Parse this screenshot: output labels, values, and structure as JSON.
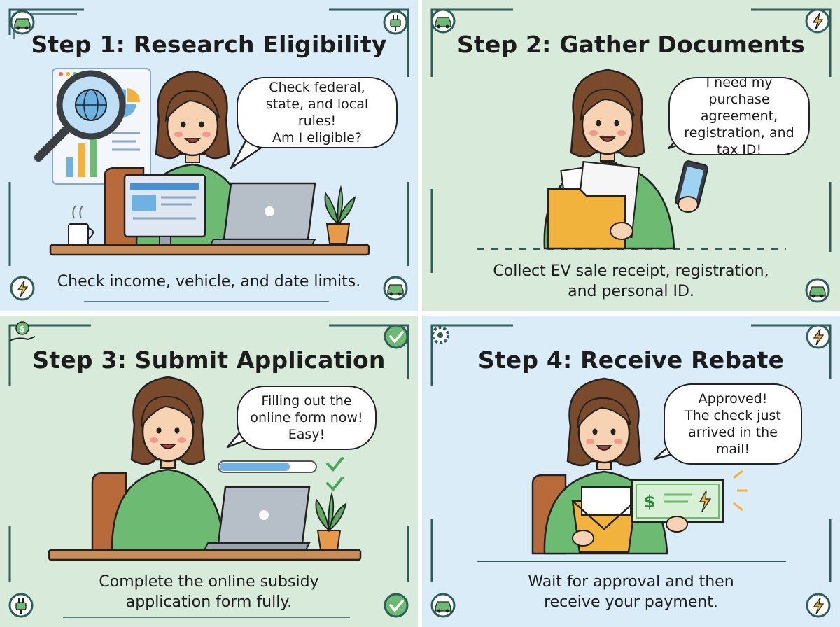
{
  "panels": [
    {
      "title": "Step 1: Research Eligibility",
      "speech": [
        "Check federal,",
        "state, and local rules!",
        "Am I eligible?"
      ],
      "caption": [
        "Check income, vehicle, and date limits."
      ]
    },
    {
      "title": "Step 2: Gather Documents",
      "speech": [
        "I need my purchase",
        "agreement,",
        "registration, and",
        "tax ID!"
      ],
      "caption": [
        "Collect EV sale receipt, registration,",
        "and personal ID."
      ]
    },
    {
      "title": "Step 3: Submit Application",
      "speech": [
        "Filling out the",
        "online form now!",
        "Easy!"
      ],
      "caption": [
        "Complete the online subsidy",
        "application form fully."
      ]
    },
    {
      "title": "Step 4: Receive Rebate",
      "speech": [
        "Approved!",
        "The check just",
        "arrived in the",
        "mail!"
      ],
      "caption": [
        "Wait for approval and then",
        "receive your payment."
      ]
    }
  ],
  "check_symbol": "$",
  "colors": {
    "blue_panel": "#d9ecf8",
    "green_panel": "#d8ead9",
    "frame": "#2f5d5a",
    "shirt": "#6dbb72",
    "hair": "#7a4a2c",
    "accent_yellow": "#f2b33d"
  },
  "icons": [
    "car-icon",
    "plug-icon",
    "lightning-icon",
    "charging-station-icon",
    "money-hand-icon",
    "checkmark-icon",
    "gear-icon"
  ]
}
